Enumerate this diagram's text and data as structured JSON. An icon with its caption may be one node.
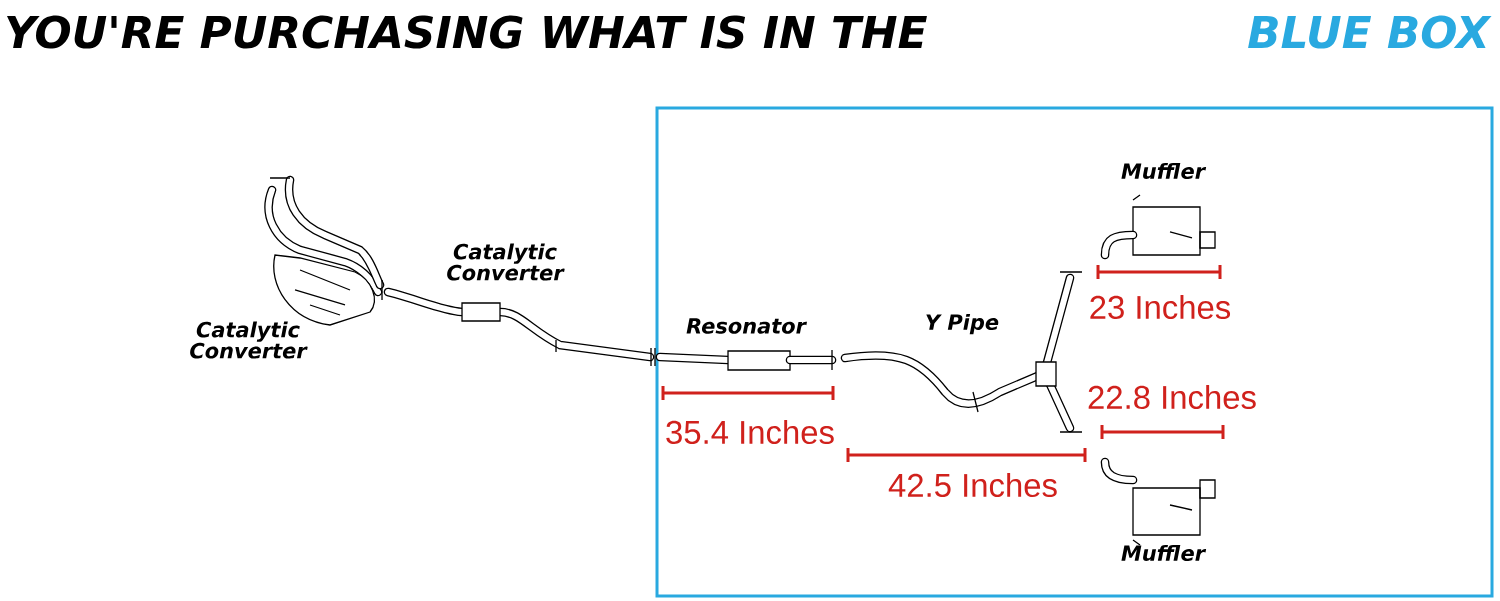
{
  "diagram": {
    "title": "YOU'RE PURCHASING WHAT IS IN THE",
    "labels": [
      "BLUE BOX",
      "Muffler",
      "Catalytic Converter",
      "23 Inches",
      "Resonator",
      "Y Pipe",
      "Catalytic Converter",
      "22.8 Inches",
      "35.4 Inches",
      "42.5 Inches",
      "Muffler"
    ]
  }
}
